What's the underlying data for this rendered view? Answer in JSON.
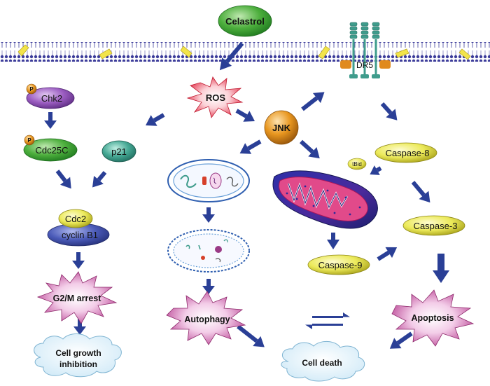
{
  "title": "",
  "nodes": {
    "celastrol": "Celastrol",
    "ros": "ROS",
    "jnk": "JNK",
    "dr5": "DR5",
    "chk2": "Chk2",
    "chk2_phospho": "P",
    "cdc25c": "Cdc25C",
    "cdc25c_phospho": "P",
    "p21": "p21",
    "cdc2": "Cdc2",
    "cyclin_b1": "cyclin B1",
    "g2m_arrest": "G2/M arrest",
    "cell_growth_line1": "Cell growth",
    "cell_growth_line2": "inhibition",
    "autophagy": "Autophagy",
    "cell_death": "Cell death",
    "tbid": "tBid",
    "caspase8": "Caspase-8",
    "caspase3": "Caspase-3",
    "caspase9": "Caspase-9",
    "apoptosis": "Apoptosis"
  },
  "colors": {
    "membrane_blue": "#3c3c9a",
    "lipid_yellow": "#f2e44a",
    "arrow_blue": "#2a3f96",
    "node_green": "#3aa33a",
    "node_purple": "#8a4fb0",
    "node_teal": "#3f9c8c",
    "node_yellow": "#e6e04a",
    "node_navy": "#3f4ea8",
    "burst_red": "#e0203a",
    "burst_pink": "#c03a8e",
    "phospho_orange": "#e08a1e",
    "jnk_orange": "#e08a1e",
    "mito_red": "#d6287a",
    "cloud_blue": "#dff2fb"
  }
}
